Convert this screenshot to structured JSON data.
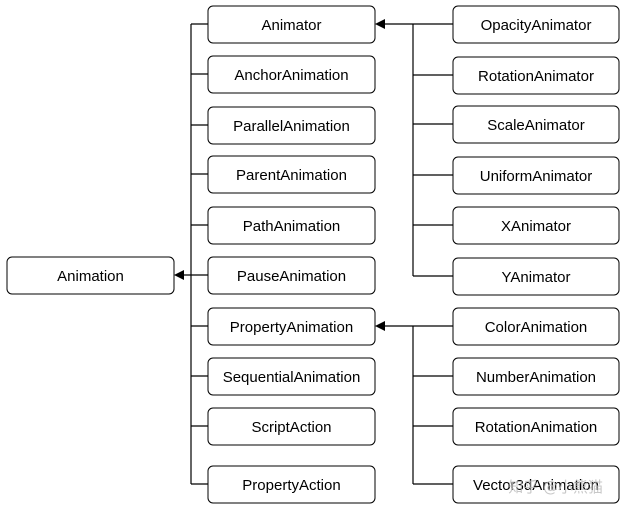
{
  "diagram": {
    "root": "Animation",
    "animation_children": [
      "Animator",
      "AnchorAnimation",
      "ParallelAnimation",
      "ParentAnimation",
      "PathAnimation",
      "PauseAnimation",
      "PropertyAnimation",
      "SequentialAnimation",
      "ScriptAction",
      "PropertyAction"
    ],
    "animator_children": [
      "OpacityAnimator",
      "RotationAnimator",
      "ScaleAnimator",
      "UniformAnimator",
      "XAnimator",
      "YAnimator"
    ],
    "property_animation_children": [
      "ColorAnimation",
      "NumberAnimation",
      "RotationAnimation",
      "Vector3dAnimation"
    ]
  },
  "watermark": "知乎 @小熊猫",
  "colors": {
    "line": "#000000",
    "box_fill": "#ffffff",
    "text": "#000000"
  }
}
